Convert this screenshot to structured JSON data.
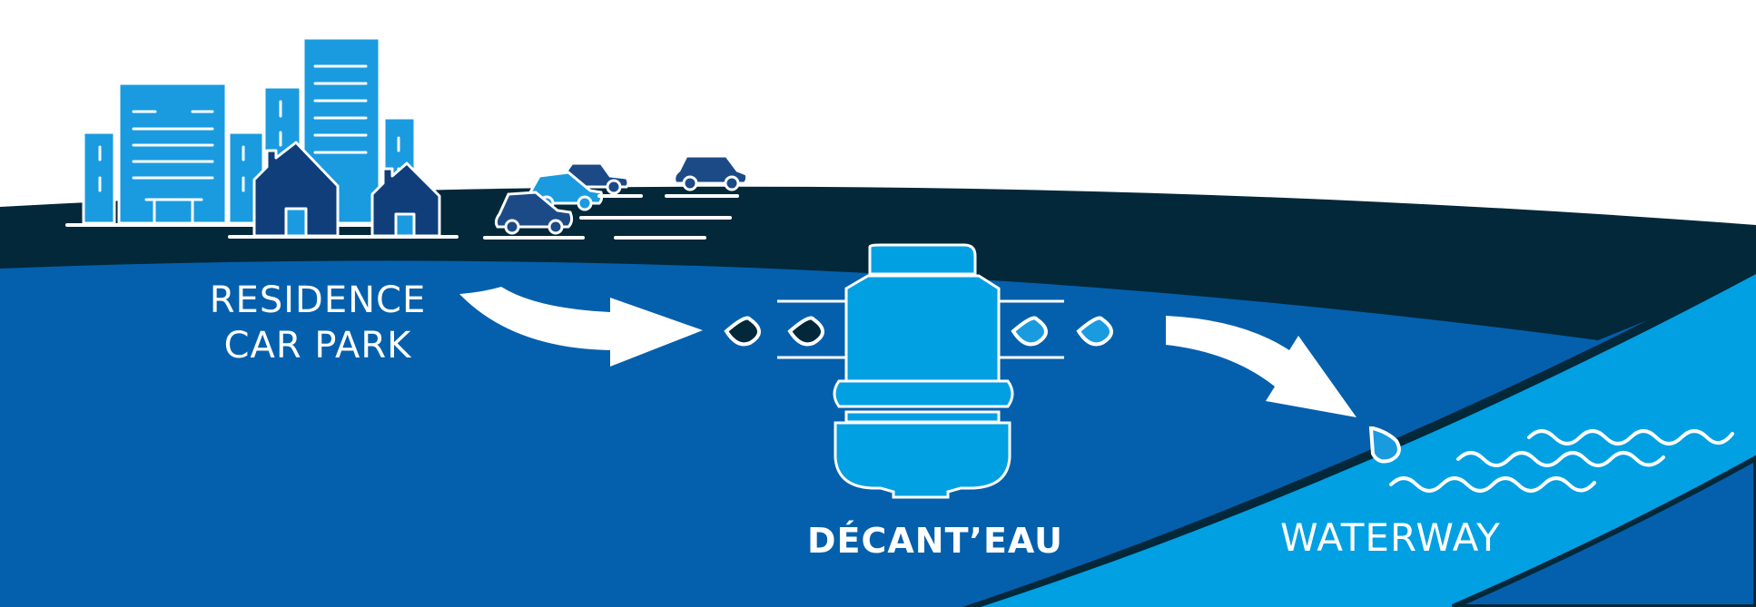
{
  "labels": {
    "source_line1": "RESIDENCE",
    "source_line2": "CAR PARK",
    "device": "DÉCANT’EAU",
    "waterway": "WATERWAY"
  },
  "colors": {
    "ground_dark": "#02283a",
    "ground_blue": "#0460ad",
    "water_light": "#00a0e3",
    "building_light": "#1a9be0",
    "house_dark": "#0f3e7a",
    "car_dark": "#1c4a86",
    "white": "#ffffff"
  },
  "icons": [
    "building-icon",
    "house-icon",
    "car-icon",
    "water-drop-icon",
    "arrow-icon",
    "wave-icon",
    "separator-tank-icon"
  ]
}
